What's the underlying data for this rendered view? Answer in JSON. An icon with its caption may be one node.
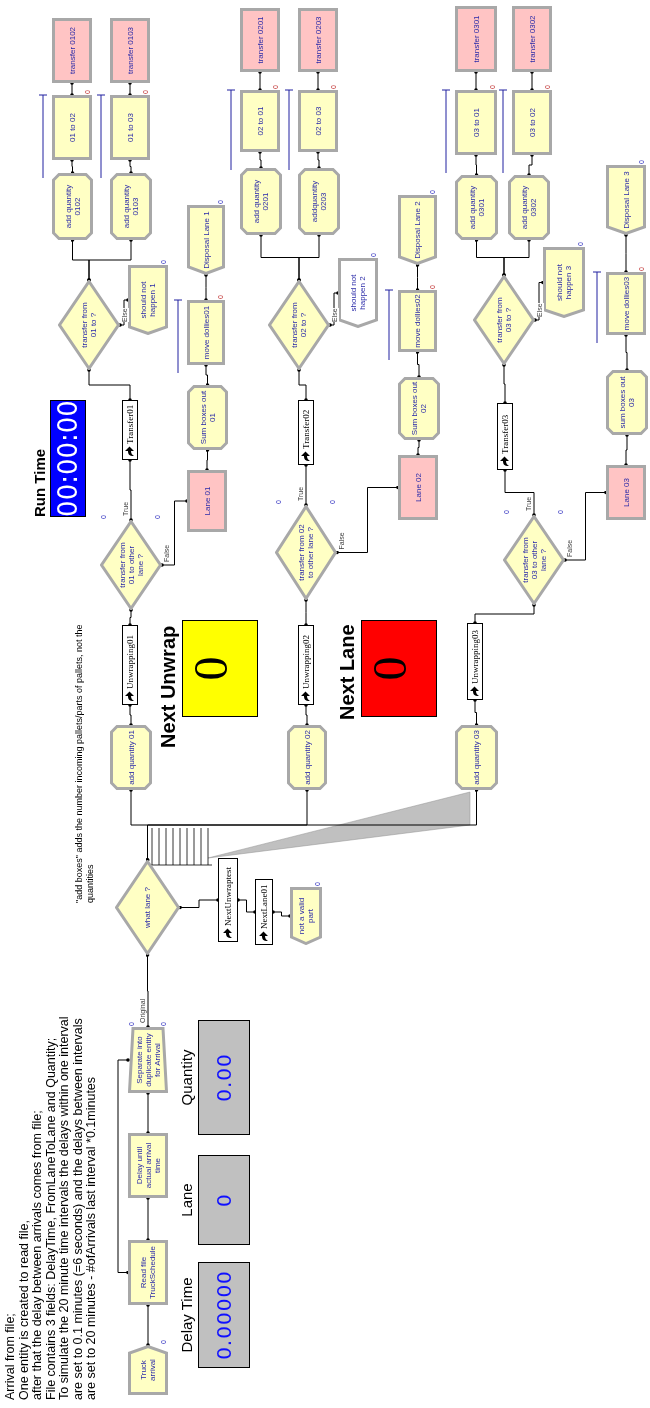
{
  "diagram": {
    "nodes": [
      {
        "text": [
          "Truck arrival"
        ],
        "beside": [
          "0"
        ]
      },
      {
        "text": [
          "Read file TruckSchedule"
        ]
      },
      {
        "text": [
          "Delay until actual arrival time"
        ]
      },
      {
        "text": [
          "Separate into duplicate entity for Arrival"
        ],
        "beside": [
          "0",
          "0"
        ]
      },
      {
        "text": [
          "Delay Time",
          "0.00000"
        ]
      },
      {
        "text": [
          "Lane",
          "0"
        ]
      },
      {
        "text": [
          "Quantity",
          "0.00"
        ]
      },
      {
        "text": [
          "what lane ?"
        ]
      },
      {
        "text": [
          "NextUnwraptest"
        ]
      },
      {
        "text": [
          "NextLane01"
        ]
      },
      {
        "text": [
          "not a valid part"
        ],
        "beside": [
          "0"
        ]
      },
      {
        "text": [
          "add quantity 01"
        ]
      },
      {
        "text": [
          "Unwrapping01"
        ]
      },
      {
        "text": [
          "transfer from 01 to other lane ?"
        ],
        "beside": [
          "0",
          "0"
        ]
      },
      {
        "text": [
          "Run Time",
          "00:00:00"
        ]
      },
      {
        "text": [
          "Next Unwrap",
          "0"
        ]
      },
      {
        "text": [
          "Next Lane",
          "0"
        ]
      },
      {
        "text": [
          "Lane 01"
        ]
      },
      {
        "text": [
          "Transfer01"
        ]
      },
      {
        "text": [
          "Sum boxes out 01"
        ]
      },
      {
        "text": [
          "move dollies01"
        ],
        "beside": [
          "0"
        ]
      },
      {
        "text": [
          "Disposal Lane 1"
        ],
        "beside": [
          "0"
        ]
      },
      {
        "text": [
          "transfer from 01 to ?"
        ]
      },
      {
        "text": [
          "should not happen 1"
        ],
        "beside": [
          "0"
        ]
      },
      {
        "text": [
          "add quantity 0102"
        ]
      },
      {
        "text": [
          "add quantity 0103"
        ]
      },
      {
        "text": [
          "01 to 02"
        ],
        "beside": [
          "0"
        ]
      },
      {
        "text": [
          "01 to 03"
        ],
        "beside": [
          "0"
        ]
      },
      {
        "text": [
          "transfer 0102"
        ]
      },
      {
        "text": [
          "transfer 0103"
        ]
      },
      {
        "text": [
          "add quantity 02"
        ]
      },
      {
        "text": [
          "Unwrapping02"
        ]
      },
      {
        "text": [
          "transfer from 02 to other lane ?"
        ],
        "beside": [
          "0",
          "0"
        ]
      },
      {
        "text": [
          "Lane 02"
        ]
      },
      {
        "text": [
          "Transfer02"
        ]
      },
      {
        "text": [
          "Sum boxes out 02"
        ]
      },
      {
        "text": [
          "move dollies02"
        ],
        "beside": [
          "0"
        ]
      },
      {
        "text": [
          "Disposal Lane 2"
        ],
        "beside": [
          "0"
        ]
      },
      {
        "text": [
          "transfer from 02 to ?"
        ]
      },
      {
        "text": [
          "should not happen 2"
        ],
        "beside": [
          "0"
        ]
      },
      {
        "text": [
          "add quantity 0201"
        ]
      },
      {
        "text": [
          "addquantity 0203"
        ]
      },
      {
        "text": [
          "02 to 01"
        ],
        "beside": [
          "0"
        ]
      },
      {
        "text": [
          "02 to 03"
        ],
        "beside": [
          "0"
        ]
      },
      {
        "text": [
          "transfer 0201"
        ]
      },
      {
        "text": [
          "transfer 0203"
        ]
      },
      {
        "text": [
          "add quantity 03"
        ]
      },
      {
        "text": [
          "Unwrapping03"
        ]
      },
      {
        "text": [
          "transfer from 03 to other lane ?"
        ],
        "beside": [
          "0",
          "0"
        ]
      },
      {
        "text": [
          "Lane 03"
        ]
      },
      {
        "text": [
          "Transfer03"
        ]
      },
      {
        "text": [
          "sum boxes out 03"
        ]
      },
      {
        "text": [
          "move dollies03"
        ],
        "beside": [
          "0"
        ]
      },
      {
        "text": [
          "Disposal Lane 3"
        ],
        "beside": [
          "0"
        ]
      },
      {
        "text": [
          "transfer from 03 to ?"
        ]
      },
      {
        "text": [
          "should not happen 3"
        ],
        "beside": [
          "0"
        ]
      },
      {
        "text": [
          "add quantity 0301"
        ]
      },
      {
        "text": [
          "add quantity 0302"
        ]
      },
      {
        "text": [
          "03 to 01"
        ],
        "beside": [
          "0"
        ]
      },
      {
        "text": [
          "03 to 02"
        ],
        "beside": [
          "0"
        ]
      },
      {
        "text": [
          "transfer 0301"
        ]
      },
      {
        "text": [
          "transfer 0302"
        ]
      }
    ],
    "edges": [
      {
        "from": 0,
        "to": 1,
        "arrow": "other"
      },
      {
        "from": 1,
        "to": 2,
        "arrow": "other"
      },
      {
        "from": 2,
        "to": 3,
        "arrow": "other"
      },
      {
        "from": 3,
        "to": 1,
        "arrow": "other"
      },
      {
        "from": 3,
        "to": 7,
        "arrow": "other",
        "label": "Original"
      },
      {
        "from": 7,
        "to": 11,
        "arrow": "other"
      },
      {
        "from": 7,
        "to": 30,
        "arrow": "other"
      },
      {
        "from": 7,
        "to": 46,
        "arrow": "other"
      },
      {
        "from": 7,
        "to": 8,
        "arrow": "other"
      },
      {
        "from": 8,
        "to": 9,
        "arrow": "other"
      },
      {
        "from": 9,
        "to": 10,
        "arrow": "other"
      },
      {
        "from": 11,
        "to": 12,
        "arrow": "other"
      },
      {
        "from": 12,
        "to": 13,
        "arrow": "other"
      },
      {
        "from": 13,
        "to": 18,
        "arrow": "other",
        "label": "True"
      },
      {
        "from": 13,
        "to": 17,
        "arrow": "other",
        "label": "False"
      },
      {
        "from": 18,
        "to": 22,
        "arrow": "other"
      },
      {
        "from": 17,
        "to": 19,
        "arrow": "other"
      },
      {
        "from": 19,
        "to": 20,
        "arrow": "other"
      },
      {
        "from": 20,
        "to": 21,
        "arrow": "other"
      },
      {
        "from": 22,
        "to": 24,
        "arrow": "other"
      },
      {
        "from": 22,
        "to": 25,
        "arrow": "other"
      },
      {
        "from": 22,
        "to": 23,
        "arrow": "other",
        "label": "Else"
      },
      {
        "from": 24,
        "to": 26,
        "arrow": "other"
      },
      {
        "from": 25,
        "to": 27,
        "arrow": "other"
      },
      {
        "from": 26,
        "to": 28,
        "arrow": "other"
      },
      {
        "from": 27,
        "to": 29,
        "arrow": "other"
      },
      {
        "from": 30,
        "to": 31,
        "arrow": "other"
      },
      {
        "from": 31,
        "to": 32,
        "arrow": "other"
      },
      {
        "from": 32,
        "to": 34,
        "arrow": "other",
        "label": "True"
      },
      {
        "from": 32,
        "to": 33,
        "arrow": "other",
        "label": "False"
      },
      {
        "from": 34,
        "to": 38,
        "arrow": "other"
      },
      {
        "from": 33,
        "to": 35,
        "arrow": "other"
      },
      {
        "from": 35,
        "to": 36,
        "arrow": "other"
      },
      {
        "from": 36,
        "to": 37,
        "arrow": "other"
      },
      {
        "from": 38,
        "to": 40,
        "arrow": "other"
      },
      {
        "from": 38,
        "to": 41,
        "arrow": "other"
      },
      {
        "from": 38,
        "to": 39,
        "arrow": "other",
        "label": "Else"
      },
      {
        "from": 40,
        "to": 42,
        "arrow": "other"
      },
      {
        "from": 41,
        "to": 43,
        "arrow": "other"
      },
      {
        "from": 42,
        "to": 44,
        "arrow": "other"
      },
      {
        "from": 43,
        "to": 45,
        "arrow": "other"
      },
      {
        "from": 46,
        "to": 47,
        "arrow": "other"
      },
      {
        "from": 47,
        "to": 48,
        "arrow": "other"
      },
      {
        "from": 48,
        "to": 50,
        "arrow": "other",
        "label": "True"
      },
      {
        "from": 48,
        "to": 49,
        "arrow": "other",
        "label": "False"
      },
      {
        "from": 50,
        "to": 54,
        "arrow": "other"
      },
      {
        "from": 49,
        "to": 51,
        "arrow": "other"
      },
      {
        "from": 51,
        "to": 52,
        "arrow": "other"
      },
      {
        "from": 52,
        "to": 53,
        "arrow": "other"
      },
      {
        "from": 54,
        "to": 56,
        "arrow": "other"
      },
      {
        "from": 54,
        "to": 57,
        "arrow": "other"
      },
      {
        "from": 54,
        "to": 55,
        "arrow": "other",
        "label": "Else"
      },
      {
        "from": 56,
        "to": 58,
        "arrow": "other"
      },
      {
        "from": 57,
        "to": 59,
        "arrow": "other"
      },
      {
        "from": 58,
        "to": 60,
        "arrow": "other"
      },
      {
        "from": 59,
        "to": 61,
        "arrow": "other"
      }
    ],
    "labels": [
      "Arrival from file;",
      "One entity is created to read file,",
      "after that the delay between arrivals comes from file;",
      "File contains 3 fields: DelayTime, FromLaneToLane and Quantity;",
      "To simulate the 20 minute time intervals the delays within one interval",
      "are set to 0.1 minutes (=6 seconds) and the delays between intervals",
      "are set to 20 minutes - #ofArrivals last interval *0.1minutes",
      "\"add boxes\" adds the number incoming pallets/parts of pallets, not the quantities"
    ]
  }
}
